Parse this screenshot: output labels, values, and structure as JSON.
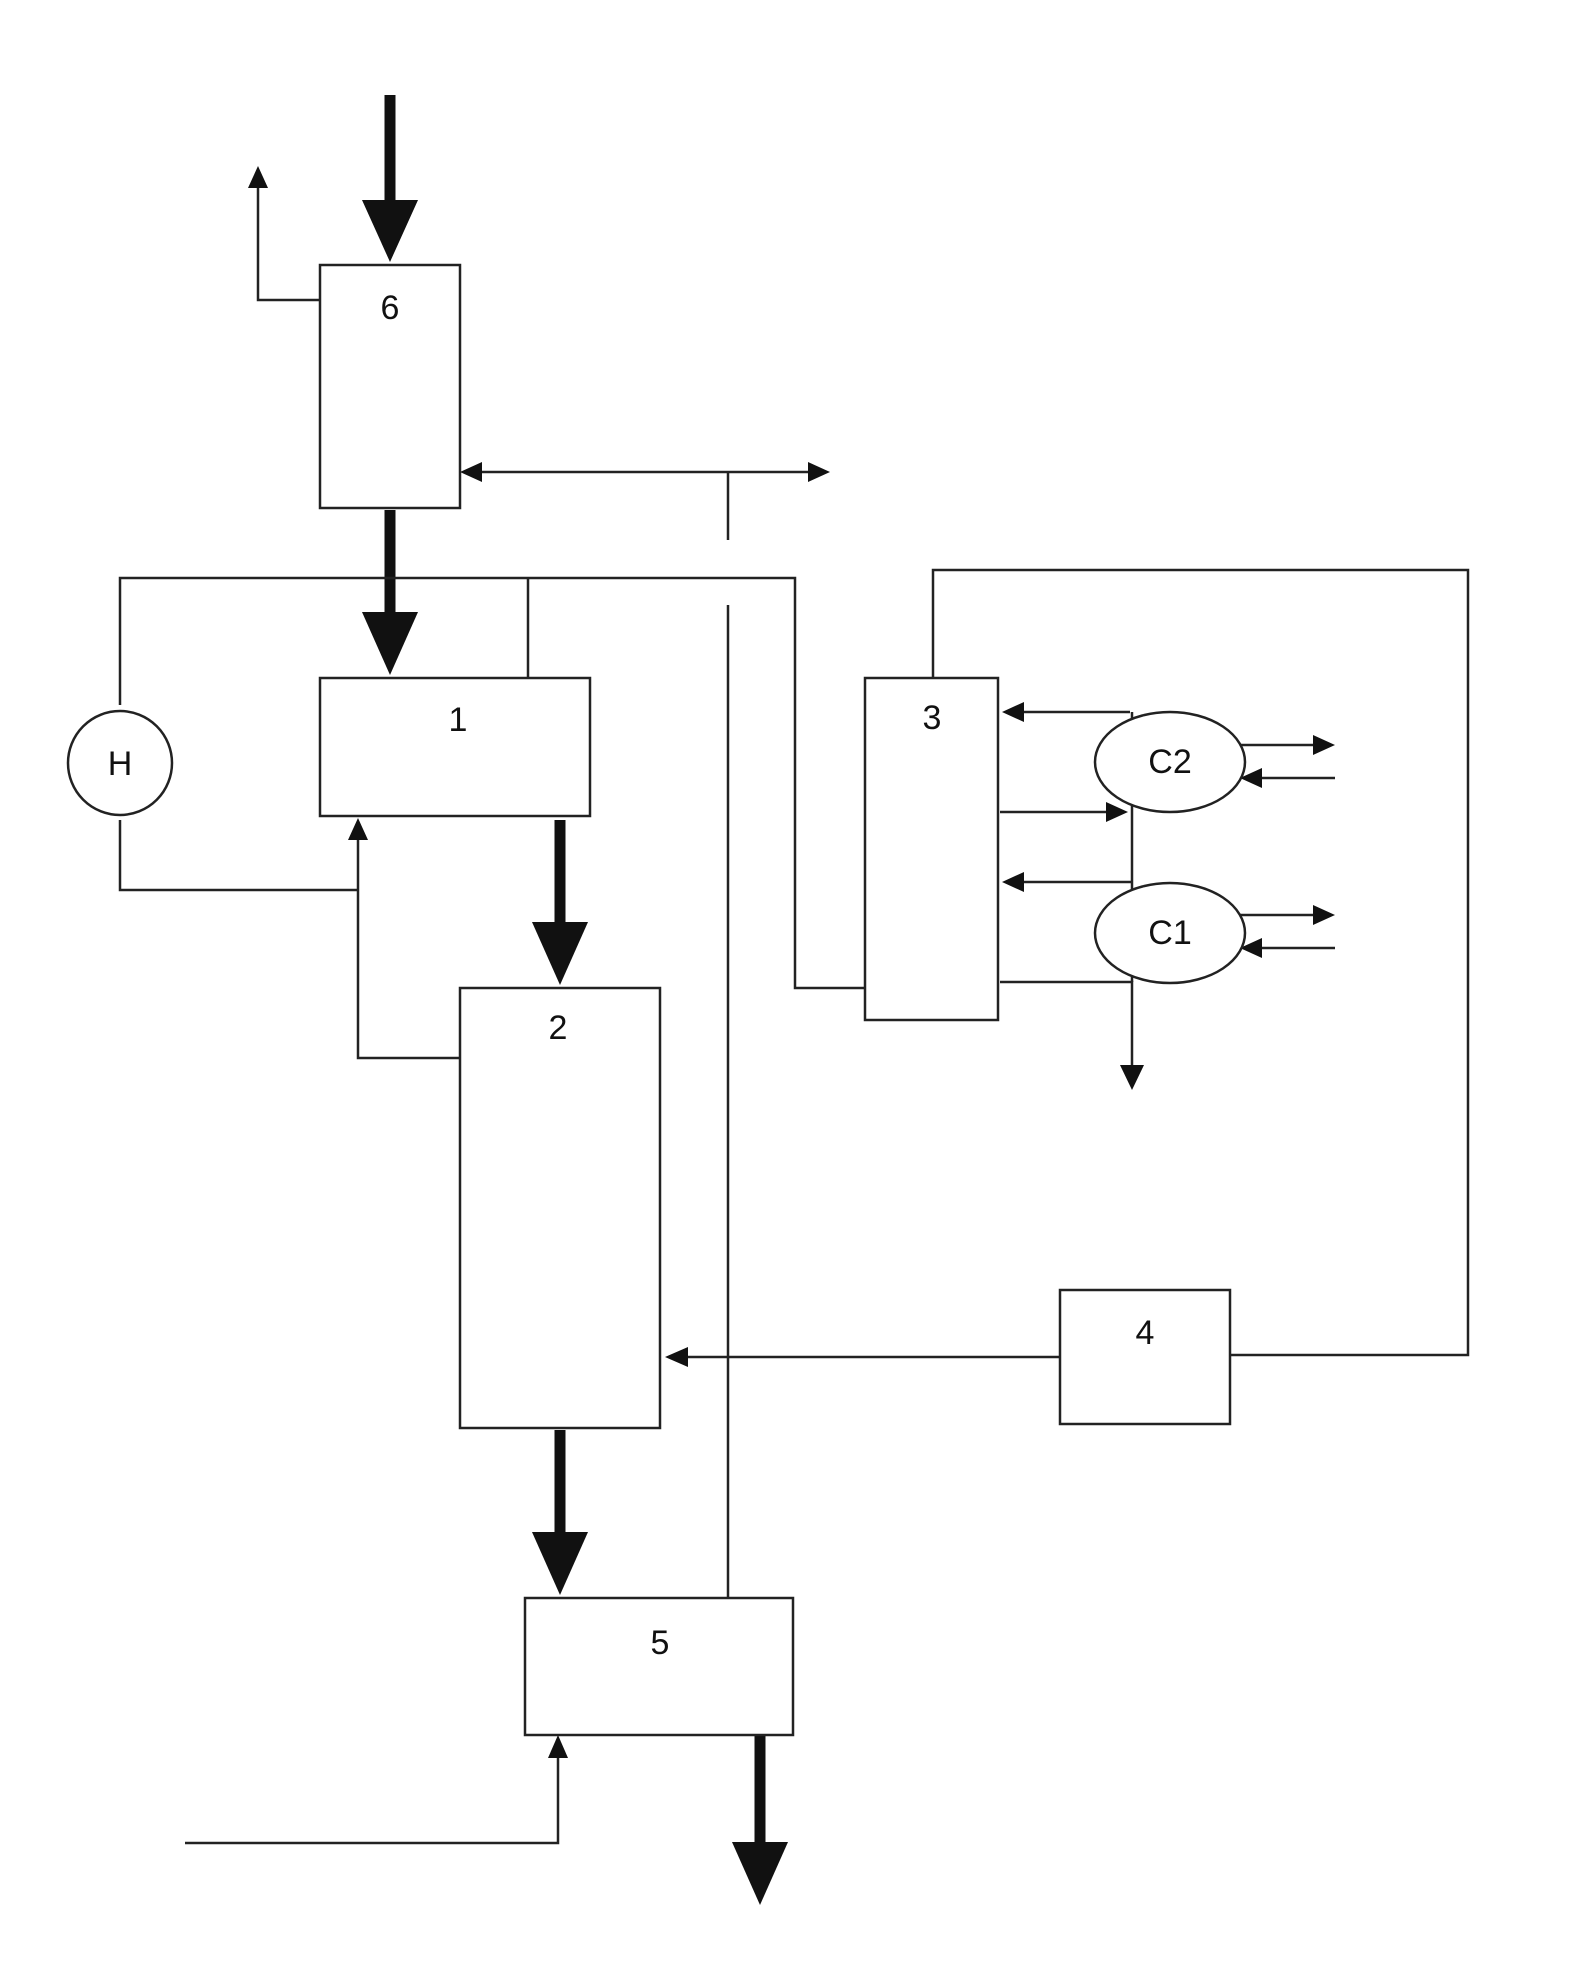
{
  "units": {
    "unit_6": "6",
    "unit_1": "1",
    "unit_2": "2",
    "unit_3": "3",
    "unit_4": "4",
    "unit_5": "5",
    "heater": "H",
    "compressor_c1": "C1",
    "compressor_c2": "C2"
  },
  "colors": {
    "ink": "#111111",
    "background": "#ffffff"
  }
}
